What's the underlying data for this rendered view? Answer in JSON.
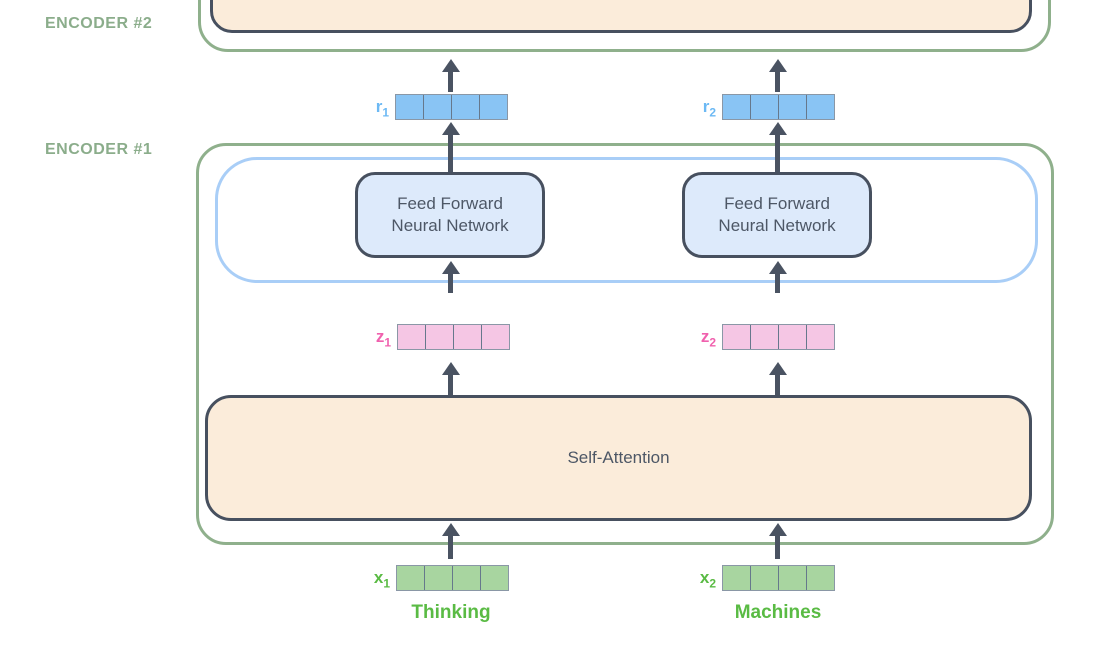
{
  "encoders": {
    "encoder2_label": "ENCODER #2",
    "encoder1_label": "ENCODER #1"
  },
  "blocks": {
    "ffnn_line1": "Feed Forward",
    "ffnn_line2": "Neural Network",
    "self_attention": "Self-Attention"
  },
  "vectors": {
    "cells_per_vector": 4,
    "r1": {
      "base": "r",
      "sub": "1"
    },
    "r2": {
      "base": "r",
      "sub": "2"
    },
    "z1": {
      "base": "z",
      "sub": "1"
    },
    "z2": {
      "base": "z",
      "sub": "2"
    },
    "x1": {
      "base": "x",
      "sub": "1"
    },
    "x2": {
      "base": "x",
      "sub": "2"
    }
  },
  "words": {
    "word1": "Thinking",
    "word2": "Machines"
  },
  "colors": {
    "encoder-border": "#8FB08C",
    "encoder-label": "#8BAD8B",
    "container-border": "#A9CEF7",
    "dark-border": "#47505F",
    "ffnn-fill": "#DDEAFB",
    "attention-fill": "#FBECDA",
    "blue-vec": "#89C4F4",
    "pink-vec": "#F5C6E4",
    "green-vec": "#A8D5A0",
    "r-label": "#6CB9F4",
    "z-label": "#F061AE",
    "x-label": "#5ABB44",
    "word-green": "#5ABB44",
    "arrow": "#4A5362",
    "text-dark": "#4D5766"
  }
}
